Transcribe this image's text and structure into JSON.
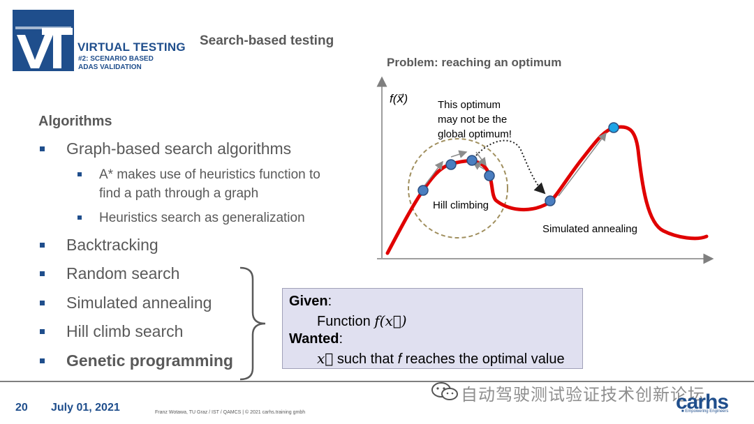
{
  "header": {
    "logo_title": "VIRTUAL TESTING",
    "logo_sub1": "#2: SCENARIO BASED",
    "logo_sub2": "ADAS VALIDATION",
    "title": "Search-based testing"
  },
  "left": {
    "section_title": "Algorithms",
    "items": [
      {
        "label": "Graph-based search algorithms"
      },
      {
        "label": "A* makes use of heuristics function to"
      },
      {
        "label": "find a path through a graph"
      },
      {
        "label": "Heuristics search as generalization"
      },
      {
        "label": "Backtracking"
      },
      {
        "label": "Random search"
      },
      {
        "label": "Simulated annealing"
      },
      {
        "label": "Hill climb search"
      },
      {
        "label": "Genetic programming"
      }
    ]
  },
  "diagram": {
    "title": "Problem: reaching an optimum",
    "y_label": "f(x⃗)",
    "note_line1": "This optimum",
    "note_line2": "may not be the",
    "note_line3": "global optimum!",
    "hill_label": "Hill climbing",
    "annealing_label": "Simulated annealing",
    "curve_color": "#e00000",
    "point_color": "#4a7ec0"
  },
  "given_box": {
    "given_label": "Given",
    "colon": ":",
    "function_text": "Function ",
    "function_expr": "f(x⃗)",
    "wanted_label": "Wanted",
    "vec_x": "x⃗",
    "such_that": " such that ",
    "f_italic": "f",
    "reaches": " reaches the optimal value"
  },
  "footer": {
    "page_number": "20",
    "date": "July 01, 2021",
    "credits": "Franz Wotawa, TU Graz / IST / QAMCS | © 2021 carhs.training gmbh",
    "watermark": "自动驾驶测试验证技术创新论坛",
    "brand": "carhs",
    "brand_tagline": "■ Empowering Engineers"
  }
}
